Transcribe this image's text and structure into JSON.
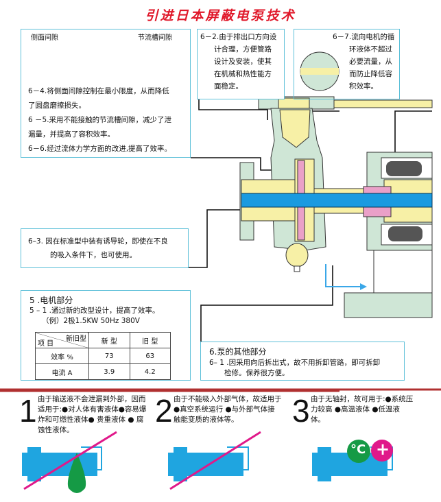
{
  "title": "引进日本屏蔽电泵技术",
  "box_a": {
    "label_left": "侧面间隙",
    "label_right": "节流槽间隙",
    "lines": [
      "6－4.将侧面间隙控制在最小限度，从而降低",
      "了圆盘磨擦损失。",
      "6 －5.采用不能接触的节流槽间隙，减少了泄",
      "漏量，并提高了容积效率。",
      "6－6.经过流体力学方面的改进,提高了效率。"
    ]
  },
  "box_62": {
    "lines": [
      "6－2.由于排出口方向设",
      "计合理，方便管路",
      "设计及安装，使其",
      "在机械和热性能方",
      "面稳定。"
    ]
  },
  "box_67": {
    "lines": [
      "6－7.流向电机的循",
      "环液体不超过",
      "必要流量，从",
      "而防止降低容",
      "积效率。"
    ]
  },
  "box_63": {
    "lines": [
      "6–3.  因在标准型中装有诱导轮，即使在不良",
      "的吸入条件下，也可使用。"
    ]
  },
  "box_5": {
    "heading": "5 .电机部分",
    "line1": "5 – 1 .通过新的改型设计，提高了效率。",
    "line2": "（例）2极1.5KW 50Hz    380V",
    "table": {
      "corner_top": "新旧型",
      "corner_bottom": "项 目",
      "headers": [
        "新 型",
        "旧 型"
      ],
      "rows": [
        {
          "item": "效率 %",
          "new": "73",
          "old": "63"
        },
        {
          "item": "电流 A",
          "new": "3.9",
          "old": "4.2"
        }
      ]
    }
  },
  "box_6": {
    "heading": "6.泵的其他部分",
    "line1": "6– 1 .因采用向后拆出式，故不用拆卸管路，即可拆卸",
    "line2": "检修。保养很方便。"
  },
  "features": [
    {
      "number": "1",
      "text": "由于输送液不会泄漏到外部，因而适用于:●对人体有害液体●容易爆炸和可燃性液体● 贵重液体 ● 腐蚀性液体。"
    },
    {
      "number": "2",
      "text": "由于不能吸入外部气体，故适用于 ●真空系统运行 ●与外部气体接触能变质的液体等。"
    },
    {
      "number": "3",
      "text": "由于无轴封，故可用于:●系统压力较高 ●高温液体 ●低温液体。",
      "icon_c": "°C",
      "icon_plus": "+"
    }
  ],
  "colors": {
    "casing": "#cfe6d6",
    "yellow": "#f7f0a6",
    "shaft": "#1a9ae0",
    "pink": "#eaa0c8",
    "red": "#e0182a",
    "magenta": "#e0198a",
    "green": "#159a45"
  }
}
